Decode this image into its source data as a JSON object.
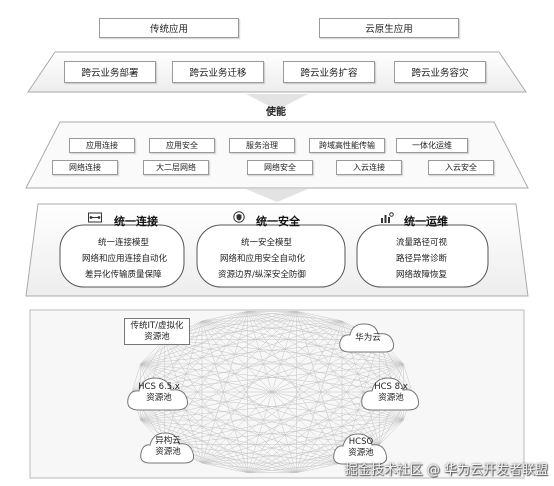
{
  "top_apps": [
    "传统应用",
    "云原生应用"
  ],
  "cross_cloud": [
    "跨云业务部署",
    "跨云业务迁移",
    "跨云业务扩容",
    "跨云业务容灾"
  ],
  "enable": {
    "title": "使能",
    "row1": [
      "应用连接",
      "应用安全",
      "服务治理",
      "跨域高性能传输",
      "一体化运维"
    ],
    "row2": [
      "网络连接",
      "大二层网络",
      "网络安全",
      "入云连接",
      "入云安全"
    ]
  },
  "unified": [
    {
      "title": "统一连接",
      "icon": "connect-icon",
      "lines": [
        "统一连接模型",
        "网络和应用连接自动化",
        "差异化传输质量保障"
      ]
    },
    {
      "title": "统一安全",
      "icon": "security-icon",
      "lines": [
        "统一安全模型",
        "网络和应用安全自动化",
        "资源边界/纵深安全防御"
      ]
    },
    {
      "title": "统一运维",
      "icon": "ops-icon",
      "lines": [
        "流量路径可视",
        "路径异常诊断",
        "网络故障恢复"
      ]
    }
  ],
  "pools": {
    "legacy": [
      "传统IT/虚拟化",
      "资源池"
    ],
    "huawei": [
      "华为云"
    ],
    "hcs65": [
      "HCS 6.5.x",
      "资源池"
    ],
    "hcs8": [
      "HCS 8.x",
      "资源池"
    ],
    "hetero": [
      "异构云",
      "资源池"
    ],
    "hcso": [
      "HCSO",
      "资源池"
    ]
  },
  "watermark": "掘金技术社区 @ 华为云开发者联盟",
  "colors": {
    "border": "#9a9a9a",
    "platform_fill": "#f1f1f1",
    "mesh": "#c4c4c4"
  }
}
